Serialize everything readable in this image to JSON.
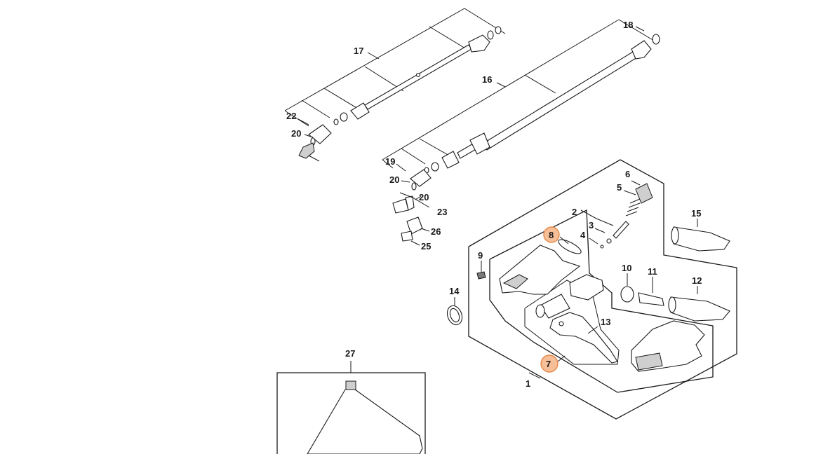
{
  "diagram": {
    "highlight_color": "#f6bf98",
    "highlight_stroke": "#e8894a",
    "labels": {
      "p1": "1",
      "p2": "2",
      "p3": "3",
      "p4": "4",
      "p5": "5",
      "p6": "6",
      "p7": "7",
      "p8": "8",
      "p9": "9",
      "p10": "10",
      "p11": "11",
      "p12": "12",
      "p13": "13",
      "p14": "14",
      "p15": "15",
      "p16": "16",
      "p17": "17",
      "p18": "18",
      "p19": "19",
      "p20a": "20",
      "p20b": "20",
      "p20c": "20",
      "p22": "22",
      "p23": "23",
      "p25": "25",
      "p26": "26",
      "p27": "27"
    },
    "highlighted_parts": [
      "7",
      "8"
    ]
  }
}
